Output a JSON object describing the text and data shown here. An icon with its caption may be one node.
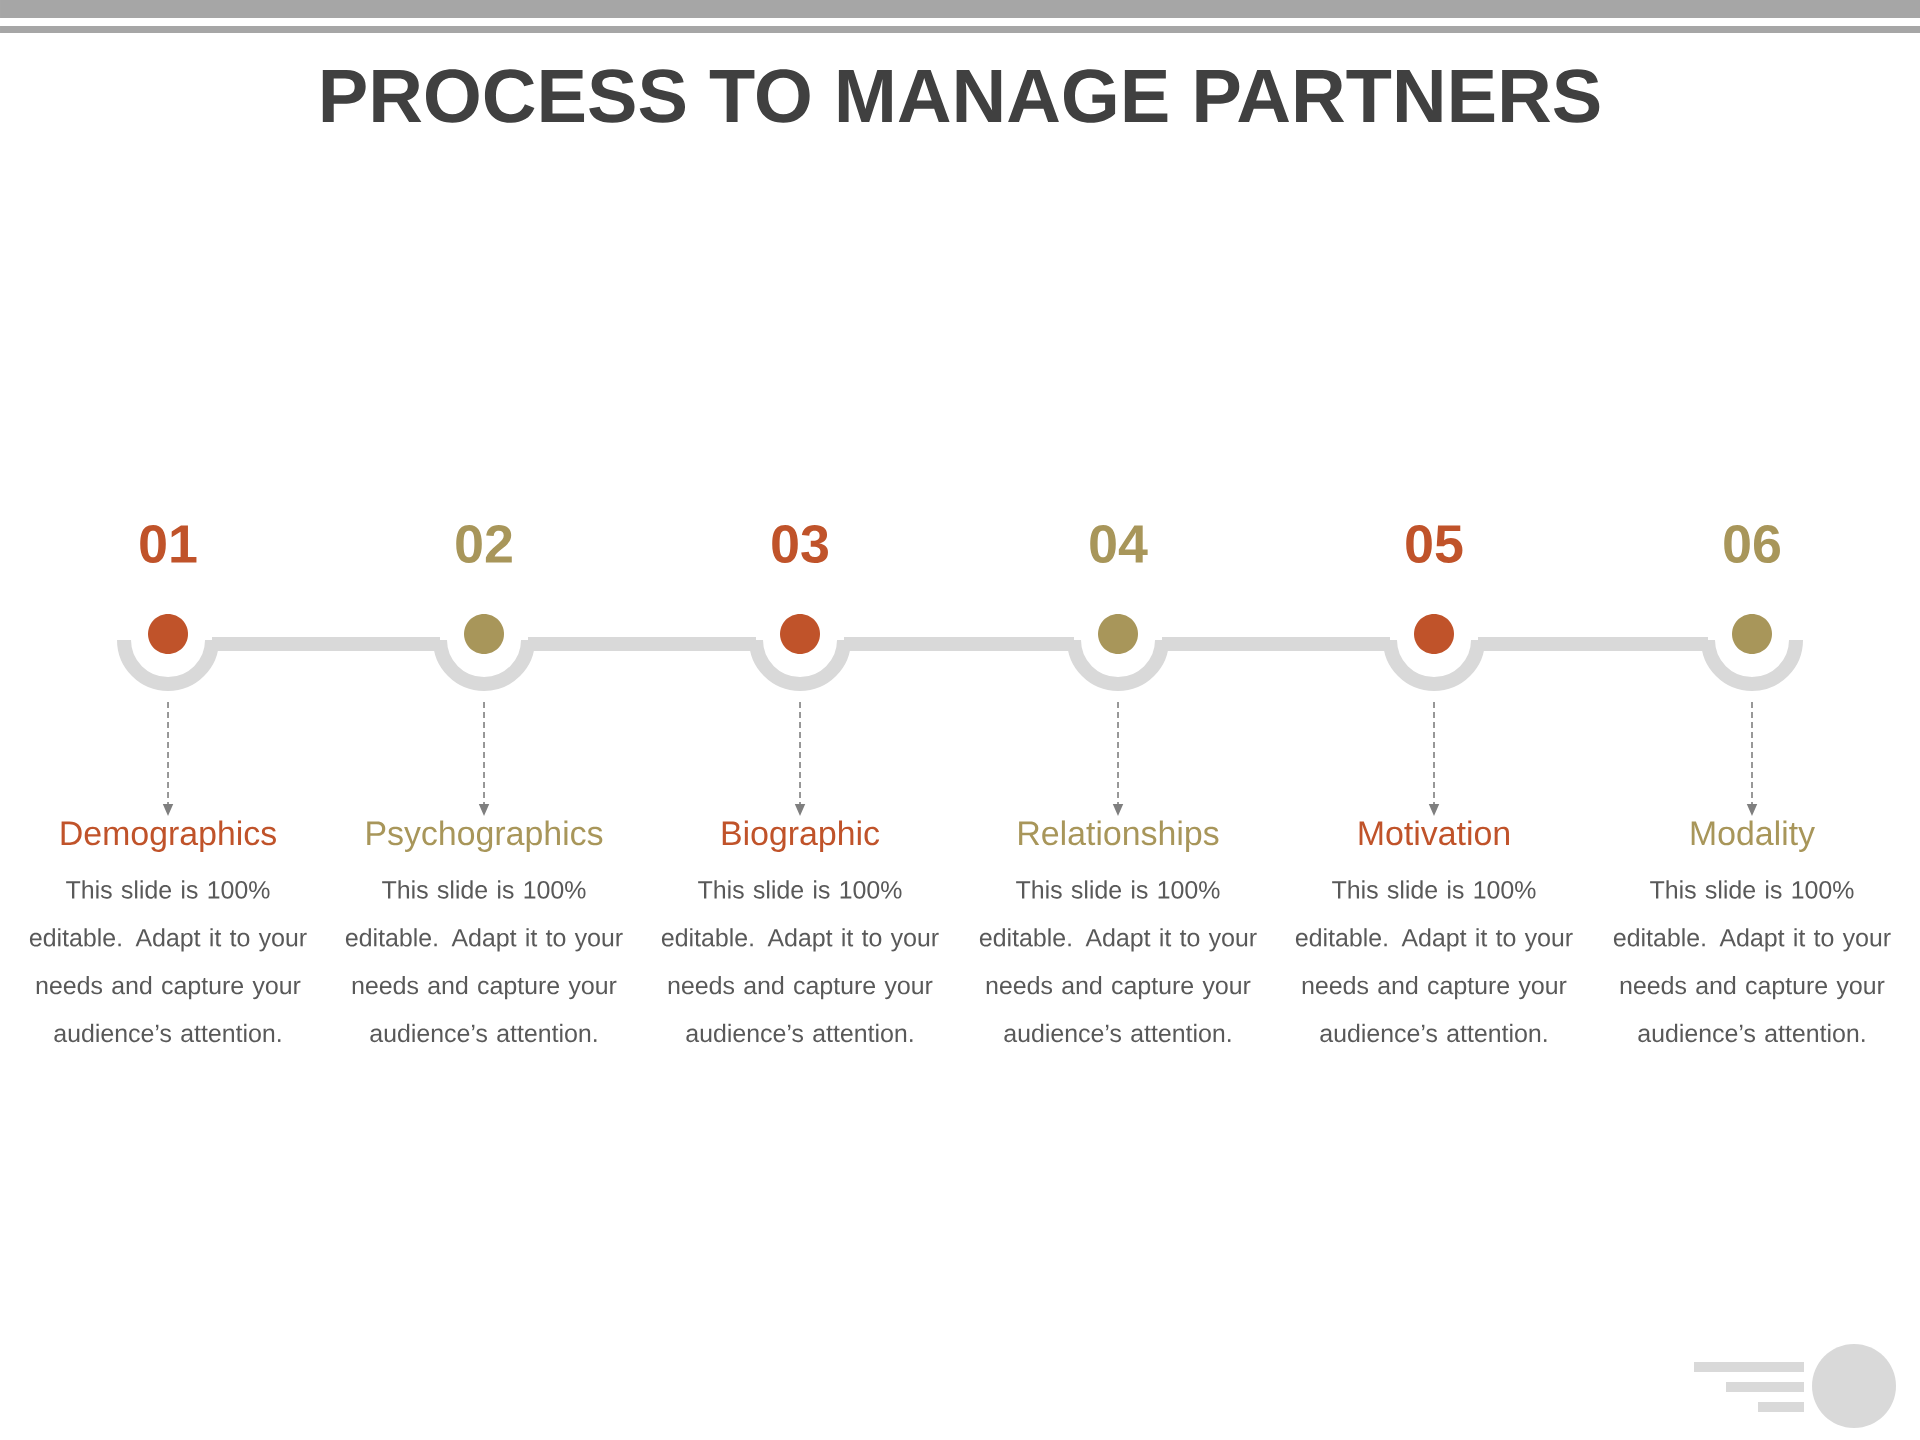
{
  "diagram": {
    "title": "PROCESS TO MANAGE PARTNERS",
    "nodes": [
      {
        "text": [
          "01"
        ]
      },
      {
        "text": [
          "02"
        ]
      },
      {
        "text": [
          "03"
        ]
      },
      {
        "text": [
          "04"
        ]
      },
      {
        "text": [
          "05"
        ]
      },
      {
        "text": [
          "06"
        ]
      },
      {
        "text": [
          "Demographics",
          "This slide is 100% editable. Adapt it to your needs and capture your audience’s attention."
        ]
      },
      {
        "text": [
          "Psychographics",
          "This slide is 100% editable. Adapt it to your needs and capture your audience’s attention."
        ]
      },
      {
        "text": [
          "Biographic",
          "This slide is 100% editable. Adapt it to your needs and capture your audience’s attention."
        ]
      },
      {
        "text": [
          "Relationships",
          "This slide is 100% editable. Adapt it to your needs and capture your audience’s attention."
        ]
      },
      {
        "text": [
          "Motivation",
          "This slide is 100% editable. Adapt it to your needs and capture your audience’s attention."
        ]
      },
      {
        "text": [
          "Modality",
          "This slide is 100% editable. Adapt it to your needs and capture your audience’s attention."
        ]
      }
    ],
    "edges": [
      {
        "from": 0,
        "to": 1,
        "arrow": "none",
        "style": "thick",
        "color": "#d9d9d9"
      },
      {
        "from": 1,
        "to": 2,
        "arrow": "none",
        "style": "thick",
        "color": "#d9d9d9"
      },
      {
        "from": 2,
        "to": 3,
        "arrow": "none",
        "style": "thick",
        "color": "#d9d9d9"
      },
      {
        "from": 3,
        "to": 4,
        "arrow": "none",
        "style": "thick",
        "color": "#d9d9d9"
      },
      {
        "from": 4,
        "to": 5,
        "arrow": "none",
        "style": "thick",
        "color": "#d9d9d9"
      },
      {
        "from": 0,
        "to": 6,
        "arrow": "to",
        "style": "dashed"
      },
      {
        "from": 1,
        "to": 7,
        "arrow": "to",
        "style": "dashed"
      },
      {
        "from": 2,
        "to": 8,
        "arrow": "to",
        "style": "dashed"
      },
      {
        "from": 3,
        "to": 9,
        "arrow": "to",
        "style": "dashed"
      },
      {
        "from": 4,
        "to": 10,
        "arrow": "to",
        "style": "dashed"
      },
      {
        "from": 5,
        "to": 11,
        "arrow": "to",
        "style": "dashed"
      }
    ]
  }
}
